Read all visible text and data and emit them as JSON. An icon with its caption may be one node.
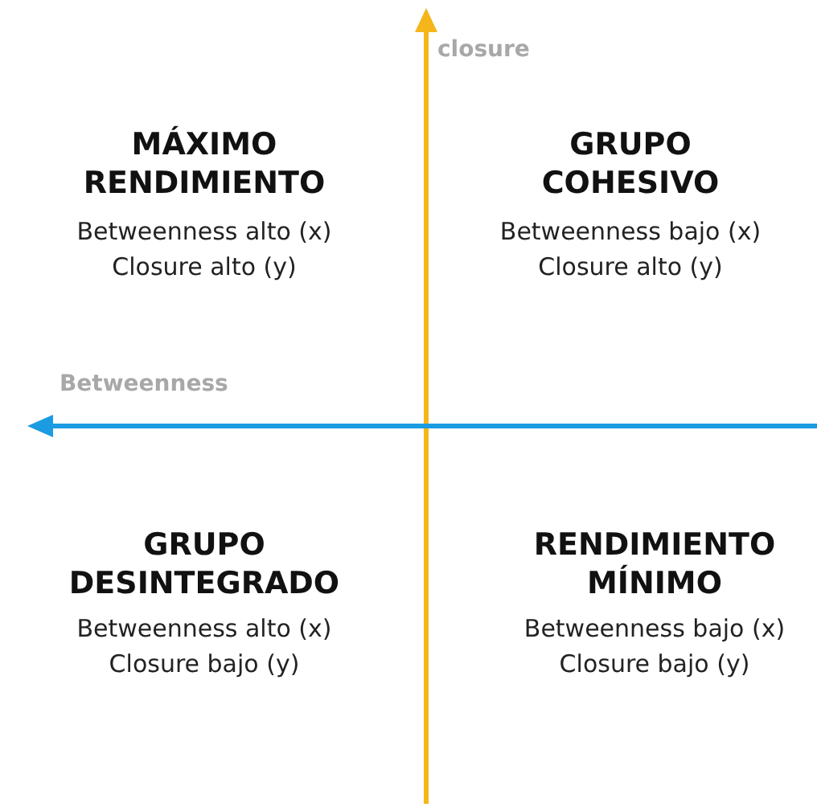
{
  "diagram": {
    "labels": [
      "closure",
      "MÁXIMO RENDIMIENTO",
      "Betweenness alto (x)",
      "Closure alto (y)",
      "GRUPO COHESIVO",
      "Betweenness bajo (x)",
      "Closure alto (y)",
      "Betweenness",
      "GRUPO DESINTEGRADO",
      "Betweenness alto (x)",
      "Closure bajo (y)",
      "RENDIMIENTO MÍNIMO",
      "Betweenness bajo (x)",
      "Closure bajo (y)"
    ]
  }
}
